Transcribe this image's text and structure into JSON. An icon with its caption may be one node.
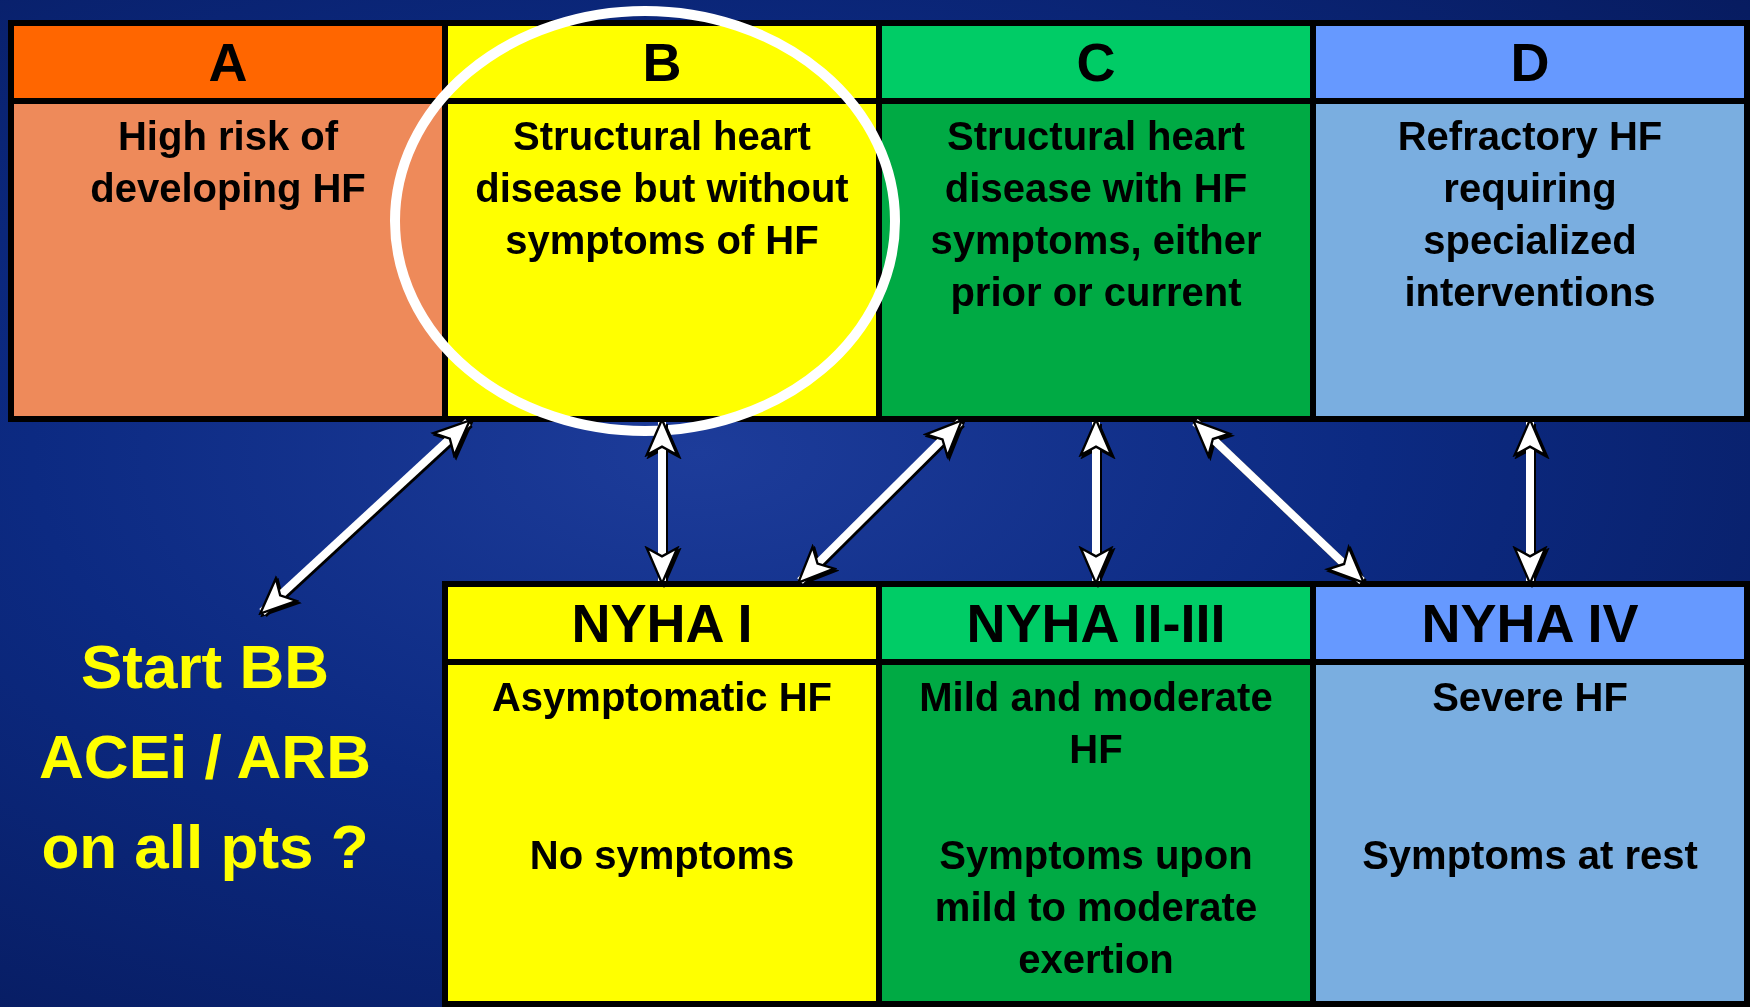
{
  "diagram": {
    "nodes": [
      {
        "text": [
          "A",
          "High risk of developing HF"
        ]
      },
      {
        "text": [
          "B",
          "Structural heart disease but without symptoms of HF"
        ]
      },
      {
        "text": [
          "C",
          "Structural heart disease with HF symptoms, either prior or current"
        ]
      },
      {
        "text": [
          "D",
          "Refractory HF requiring specialized interventions"
        ]
      },
      {
        "text": [
          "NYHA I",
          "Asymptomatic HF",
          "No symptoms"
        ]
      },
      {
        "text": [
          "NYHA II-III",
          "Mild and moderate HF",
          "Symptoms upon mild to moderate exertion"
        ]
      },
      {
        "text": [
          "NYHA IV",
          "Severe HF",
          "Symptoms at rest"
        ]
      },
      {
        "text": [
          "Start BB ACEi / ARB on all pts ?"
        ]
      }
    ],
    "edges": [
      {
        "from": 1,
        "to": 7,
        "arrow": "both"
      },
      {
        "from": 1,
        "to": 4,
        "arrow": "both"
      },
      {
        "from": 2,
        "to": 4,
        "arrow": "both"
      },
      {
        "from": 2,
        "to": 5,
        "arrow": "both"
      },
      {
        "from": 2,
        "to": 6,
        "arrow": "both"
      },
      {
        "from": 3,
        "to": 6,
        "arrow": "both"
      }
    ]
  }
}
